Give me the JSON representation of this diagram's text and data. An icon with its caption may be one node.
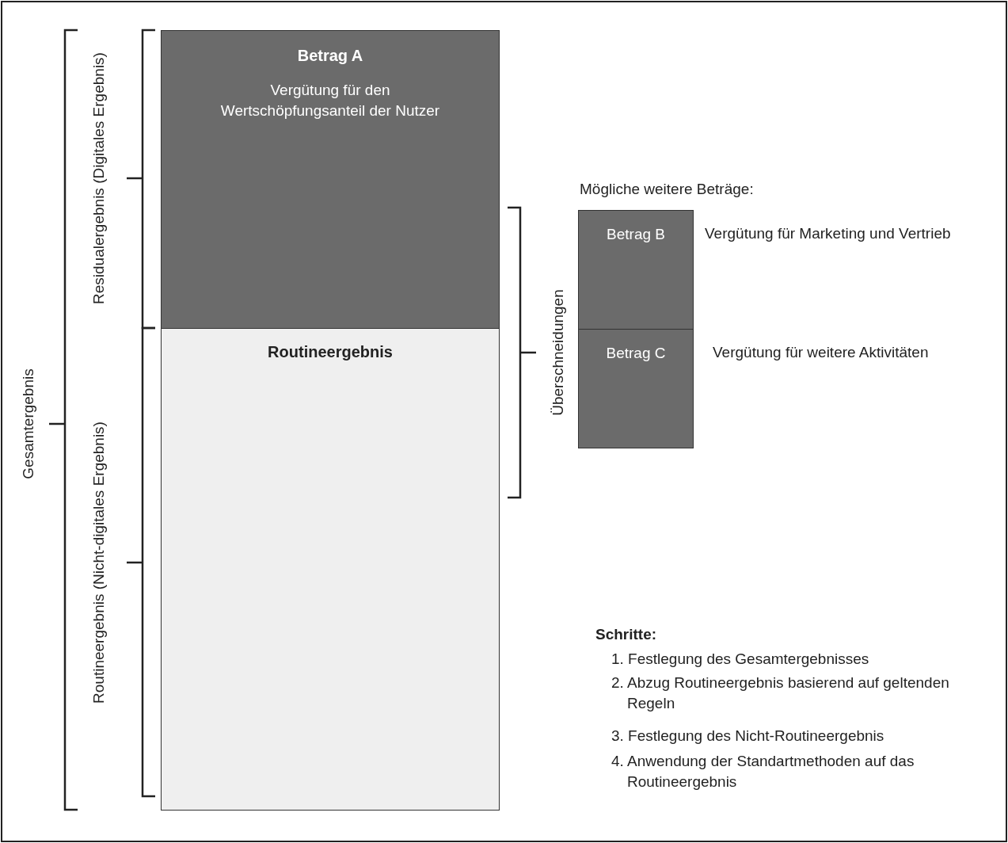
{
  "diagram": {
    "nodes": [
      {
        "text": [
          "Betrag A",
          "Vergütung für den Wertschöpfungsanteil der Nutzer"
        ]
      },
      {
        "text": [
          "Routineergebnis"
        ]
      },
      {
        "text": [
          "Betrag B"
        ],
        "beside": [
          "Vergütung für Marketing und Vertrieb"
        ]
      },
      {
        "text": [
          "Betrag C"
        ],
        "beside": [
          "Vergütung für weitere Aktivitäten"
        ]
      }
    ],
    "edges": [],
    "labels": [
      "Gesamtergebnis",
      "Residualergebnis (Digitales Ergebnis)",
      "Routineergebnis (Nicht-digitales Ergebnis)",
      "Überschneidungen",
      "Mögliche weitere Beträge:",
      "Schritte:",
      "1. Festlegung des Gesamtergebnisses",
      "2. Abzug Routineergebnis basierend auf geltenden Regeln",
      "3. Festlegung des Nicht-Routineergebnis",
      "4. Anwendung der Standartmethoden auf das Routineergebnis"
    ]
  }
}
